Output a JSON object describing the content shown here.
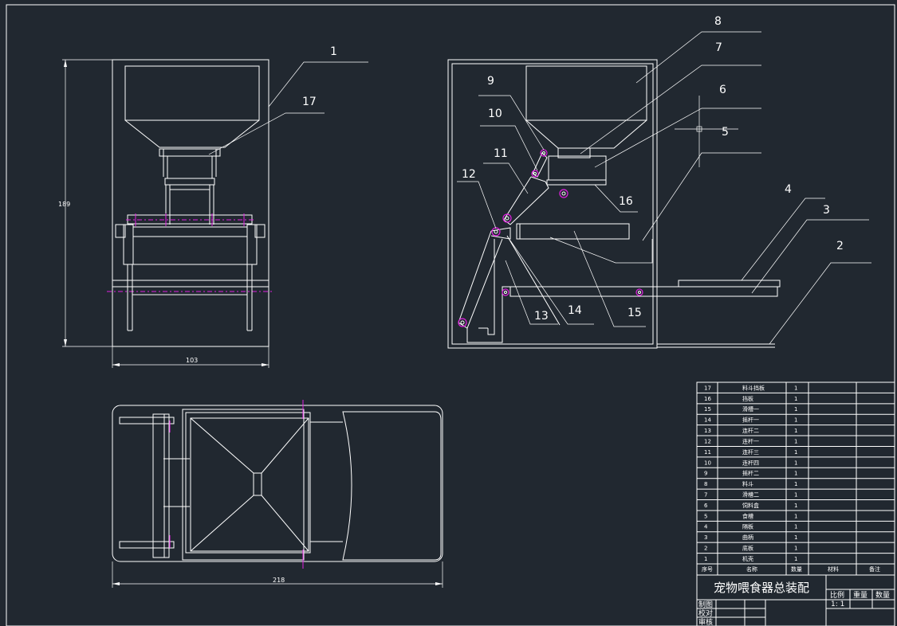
{
  "drawing": {
    "title": "宠物喂食器总装配",
    "scale_label": "比例",
    "scale_value": "1: 1",
    "quantity_label": "数量",
    "weight_label": "重量",
    "signoff": [
      "制图",
      "校对",
      "审核"
    ]
  },
  "dimensions": {
    "height": "189",
    "width_front": "103",
    "width_top": "218"
  },
  "balloons": [
    "1",
    "2",
    "3",
    "4",
    "5",
    "6",
    "7",
    "8",
    "9",
    "10",
    "11",
    "12",
    "13",
    "14",
    "15",
    "16",
    "17"
  ],
  "bom": {
    "headers": [
      "序号",
      "名称",
      "数量",
      "材料",
      "备注"
    ],
    "rows": [
      {
        "no": "17",
        "name": "料斗挡板",
        "qty": "1"
      },
      {
        "no": "16",
        "name": "挡板",
        "qty": "1"
      },
      {
        "no": "15",
        "name": "滑槽一",
        "qty": "1"
      },
      {
        "no": "14",
        "name": "摇杆一",
        "qty": "1"
      },
      {
        "no": "13",
        "name": "连杆二",
        "qty": "1"
      },
      {
        "no": "12",
        "name": "连杆一",
        "qty": "1"
      },
      {
        "no": "11",
        "name": "连杆三",
        "qty": "1"
      },
      {
        "no": "10",
        "name": "连杆四",
        "qty": "1"
      },
      {
        "no": "9",
        "name": "摇杆二",
        "qty": "1"
      },
      {
        "no": "8",
        "name": "料斗",
        "qty": "1"
      },
      {
        "no": "7",
        "name": "滑槽二",
        "qty": "1"
      },
      {
        "no": "6",
        "name": "饲料盒",
        "qty": "1"
      },
      {
        "no": "5",
        "name": "食槽",
        "qty": "1"
      },
      {
        "no": "4",
        "name": "隔板",
        "qty": "1"
      },
      {
        "no": "3",
        "name": "曲柄",
        "qty": "1"
      },
      {
        "no": "2",
        "name": "底板",
        "qty": "1"
      },
      {
        "no": "1",
        "name": "机壳",
        "qty": "1"
      }
    ]
  }
}
